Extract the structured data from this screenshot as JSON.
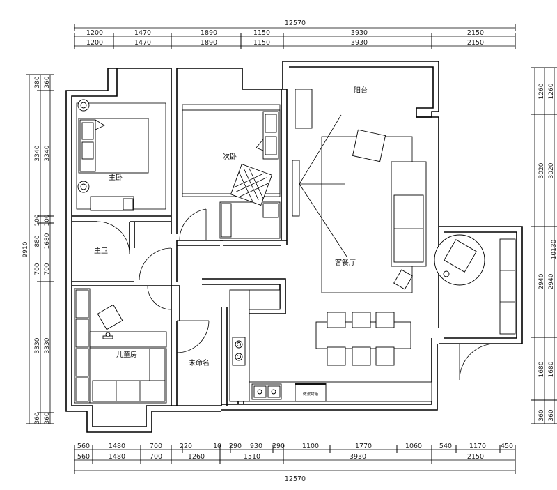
{
  "rooms": {
    "master_bedroom": "主卧",
    "second_bedroom": "次卧",
    "balcony": "阳台",
    "living_dining": "客餐厅",
    "master_bath": "主卫",
    "kids_room": "儿童房",
    "unnamed": "未命名",
    "appliance": "微波烤箱"
  },
  "dims_top": {
    "total": "12570",
    "row1": [
      "1200",
      "1470",
      "1890",
      "1150",
      "3930",
      "2150"
    ],
    "row2": [
      "1200",
      "1470",
      "1890",
      "1150",
      "3930",
      "2150"
    ]
  },
  "dims_bottom": {
    "total": "12570",
    "row1": [
      "560",
      "1480",
      "700",
      "220",
      "10",
      "290",
      "930",
      "290",
      "1100",
      "1770",
      "1060",
      "540",
      "1170",
      "450"
    ],
    "row2": [
      "560",
      "1480",
      "700",
      "1260",
      "1510",
      "3930",
      "2150"
    ]
  },
  "dims_left": {
    "total": "9910",
    "values": [
      "380",
      "3340",
      "100",
      "880",
      "700",
      "3330",
      "360"
    ],
    "values_inner": [
      "360",
      "3340",
      "100",
      "1680",
      "700",
      "3330",
      "360"
    ]
  },
  "dims_right": {
    "total": "10130",
    "values": [
      "1260",
      "3020",
      "2940",
      "1680",
      "360"
    ],
    "values_inner": [
      "1260",
      "3020",
      "2940",
      "1680",
      "360"
    ]
  }
}
